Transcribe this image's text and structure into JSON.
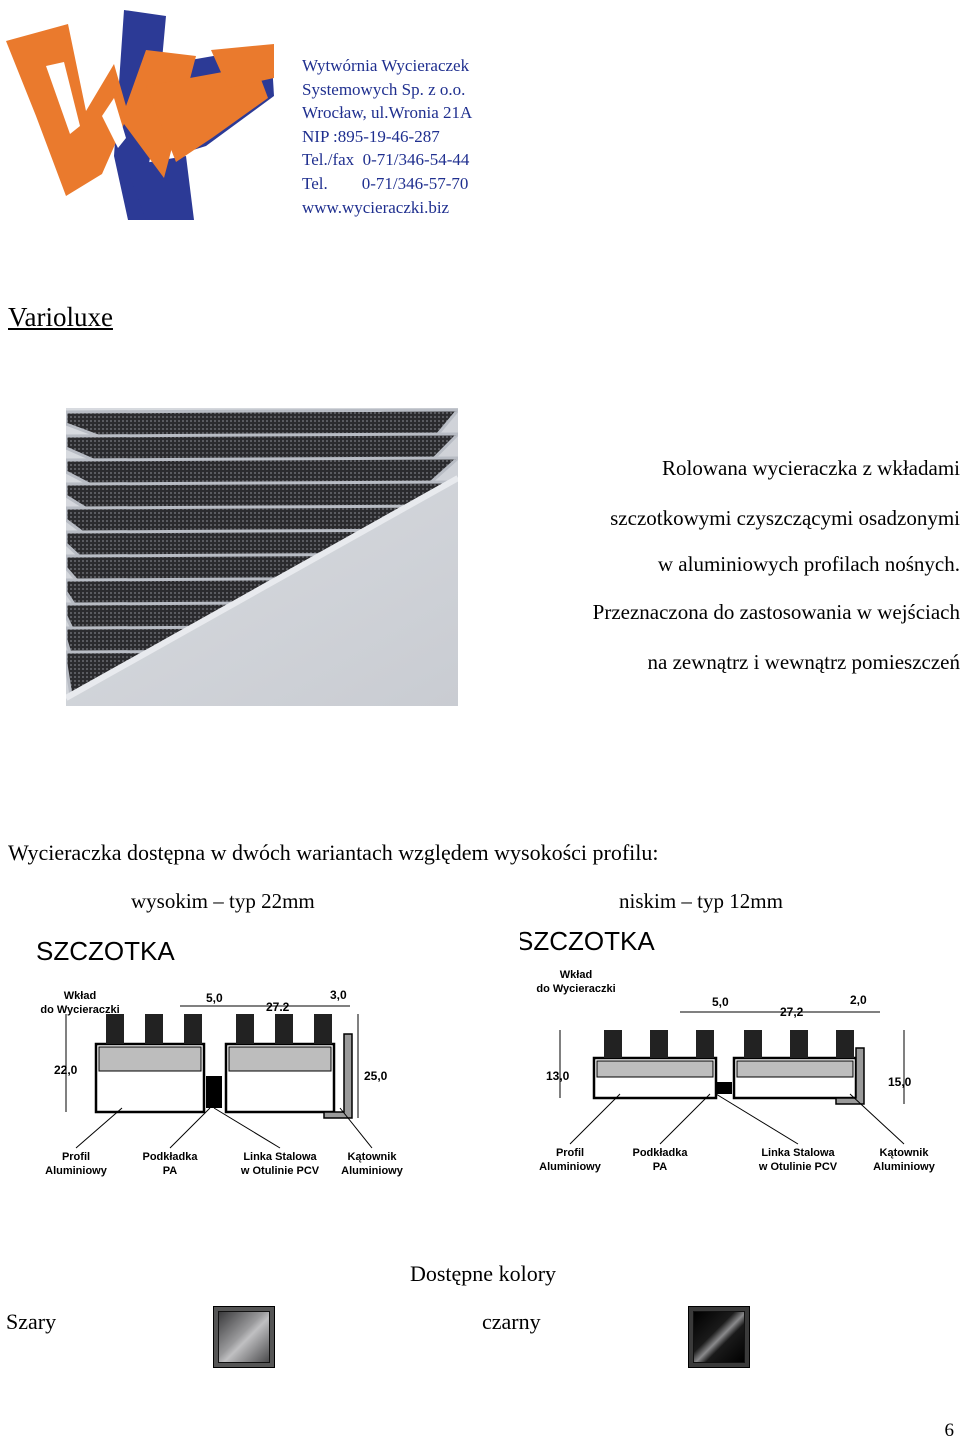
{
  "company": {
    "lines": [
      "Wytwórnia Wycieraczek",
      "Systemowych Sp. z o.o.",
      "Wrocław, ul.Wronia 21A",
      "NIP :895-19-46-287",
      "Tel./fax  0-71/346-54-44",
      "Tel.        0-71/346-57-70",
      "www.wycieraczki.biz"
    ],
    "logo_letters": "WW"
  },
  "title": "Varioluxe",
  "description": [
    "Rolowana wycieraczka z wkładami",
    "szczotkowymi czyszczącymi osadzonymi",
    "w aluminiowych profilach nośnych.",
    "Przeznaczona do zastosowania w wejściach",
    "na zewnątrz i wewnątrz pomieszczeń"
  ],
  "variants": {
    "intro": "Wycieraczka dostępna w dwóch wariantach względem wysokości profilu:",
    "high": {
      "label": "wysokim – typ 22mm",
      "heading": "SZCZOTKA",
      "insert_label": [
        "Wkład",
        "do Wycieraczki"
      ],
      "dims": {
        "gap": "5,0",
        "pitch": "27.2",
        "edge": "3,0",
        "height_left": "22,0",
        "height_right": "25,0"
      },
      "parts": [
        [
          "Profil",
          "Aluminiowy"
        ],
        [
          "Podkładka",
          "PA"
        ],
        [
          "Linka Stalowa",
          "w Otulinie PCV"
        ],
        [
          "Kątownik",
          "Aluminiowy"
        ]
      ]
    },
    "low": {
      "label": "niskim – typ 12mm",
      "heading": "SZCZOTKA",
      "insert_label": [
        "Wkład",
        "do Wycieraczki"
      ],
      "dims": {
        "gap": "5,0",
        "pitch": "27,2",
        "edge": "2,0",
        "height_left": "13,0",
        "height_right": "15,0"
      },
      "parts": [
        [
          "Profil",
          "Aluminiowy"
        ],
        [
          "Podkładka",
          "PA"
        ],
        [
          "Linka Stalowa",
          "w Otulinie PCV"
        ],
        [
          "Kątownik",
          "Aluminiowy"
        ]
      ]
    }
  },
  "colors": {
    "heading": "Dostępne kolory",
    "grey_label": "Szary",
    "black_label": "czarny",
    "logo_orange": "#ea7a2d",
    "logo_blue": "#2c3a96"
  },
  "page_number": "6"
}
